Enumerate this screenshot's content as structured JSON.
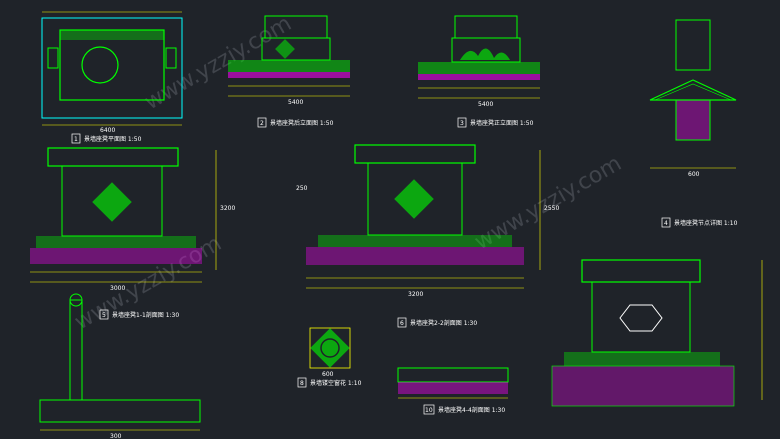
{
  "titles": [
    {
      "num": "1",
      "text": "景墙座凳平面图 1:50"
    },
    {
      "num": "2",
      "text": "景墙座凳后立面图 1:50"
    },
    {
      "num": "3",
      "text": "景墙座凳正立面图 1:50"
    },
    {
      "num": "4",
      "text": "景墙座凳节点详图 1:10"
    },
    {
      "num": "5",
      "text": "景墙座凳1-1剖面图 1:30"
    },
    {
      "num": "6",
      "text": "景墙座凳2-2剖面图 1:30"
    },
    {
      "num": "8",
      "text": "景墙镂空窗花 1:10"
    },
    {
      "num": "10",
      "text": "景墙座凳4-4剖面图 1:30"
    }
  ],
  "dims": {
    "plan_width": "6400",
    "elev_width": "5400",
    "sec1_width": "3000",
    "sec2_width": "3200",
    "height_a": "3200",
    "height_b": "2550",
    "detail_w": "600",
    "lattice_w": "600",
    "small_a": "300",
    "small_b": "250"
  },
  "watermark": "www.yzziy.com",
  "colors": {
    "background": "#1f2329",
    "structure": "#00ff00",
    "dimension": "#ffff00",
    "annotation": "#ffffff",
    "section_fill": "#ff00ff",
    "frame": "#00ffff"
  }
}
